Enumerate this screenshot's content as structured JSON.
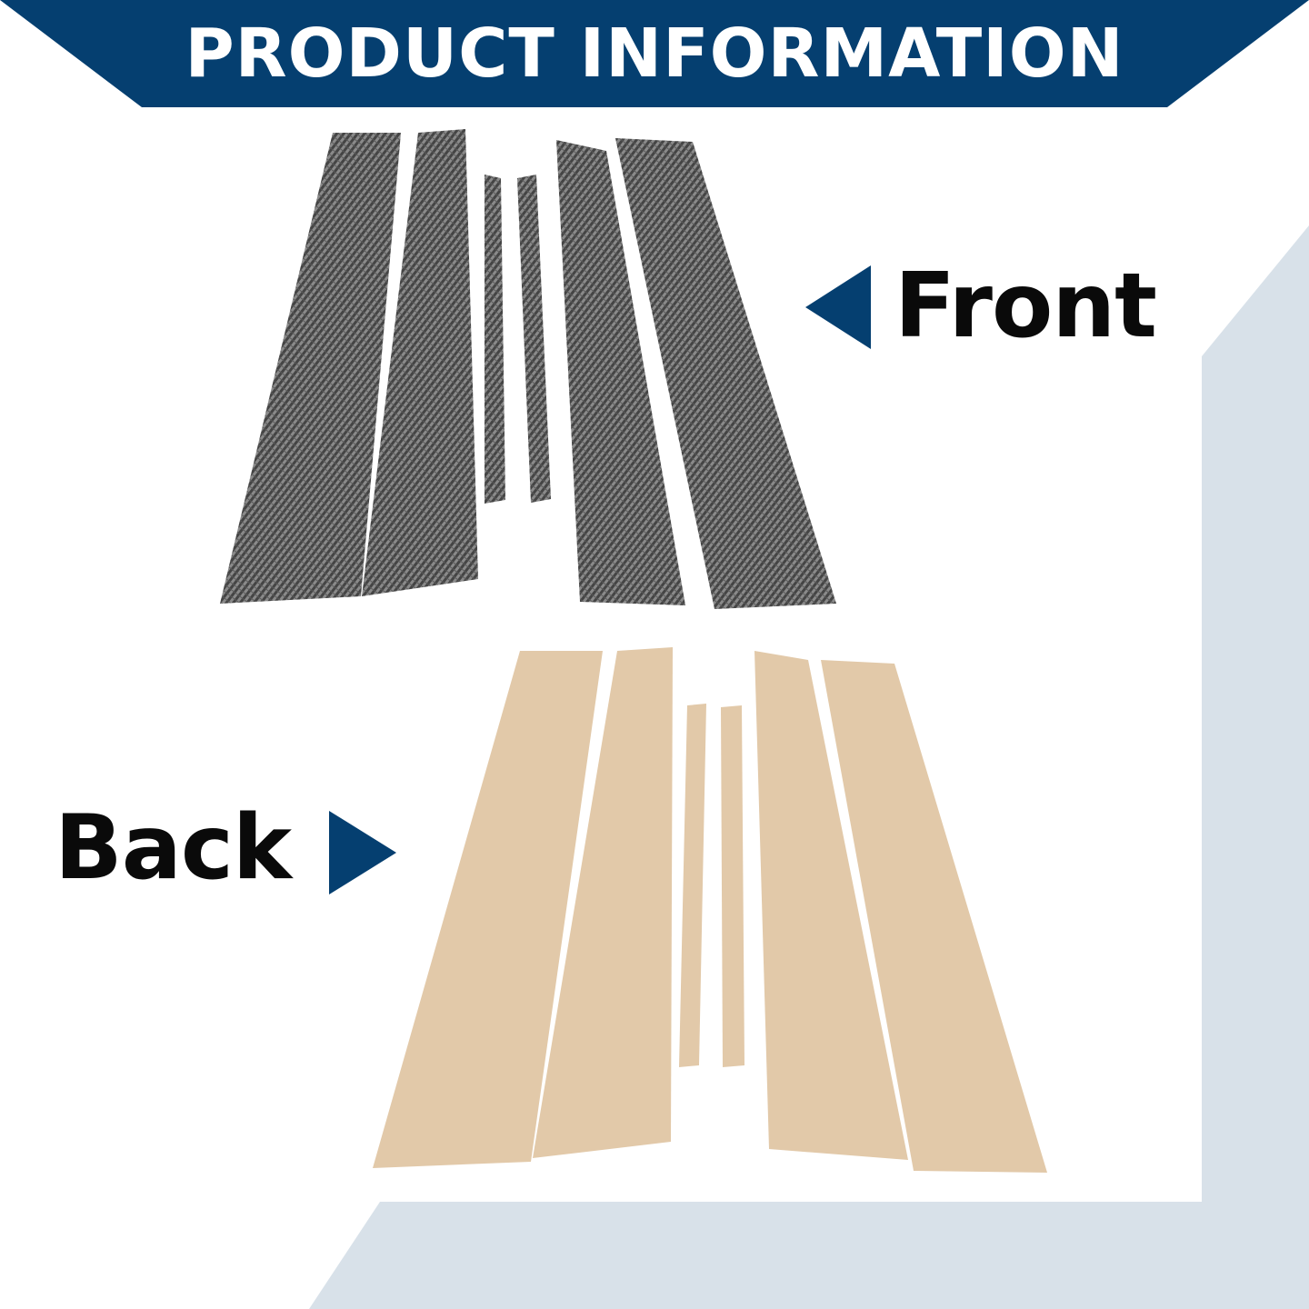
{
  "header": {
    "title": "PRODUCT INFORMATION"
  },
  "labels": {
    "front": "Front",
    "back": "Back"
  },
  "colors": {
    "banner": "#053f70",
    "accent_panel": "#d8e1e9",
    "arrow": "#053f70",
    "front_strip_dark": "#3e3e3e",
    "front_strip_light": "#8e8e8e",
    "back_strip": "#e2c9a9",
    "label_text": "#0a0a0a"
  },
  "icons": {
    "front_pointer": "triangle-left-icon",
    "back_pointer": "triangle-right-icon"
  },
  "product": {
    "front_strip_count": 6,
    "back_strip_count": 6
  }
}
